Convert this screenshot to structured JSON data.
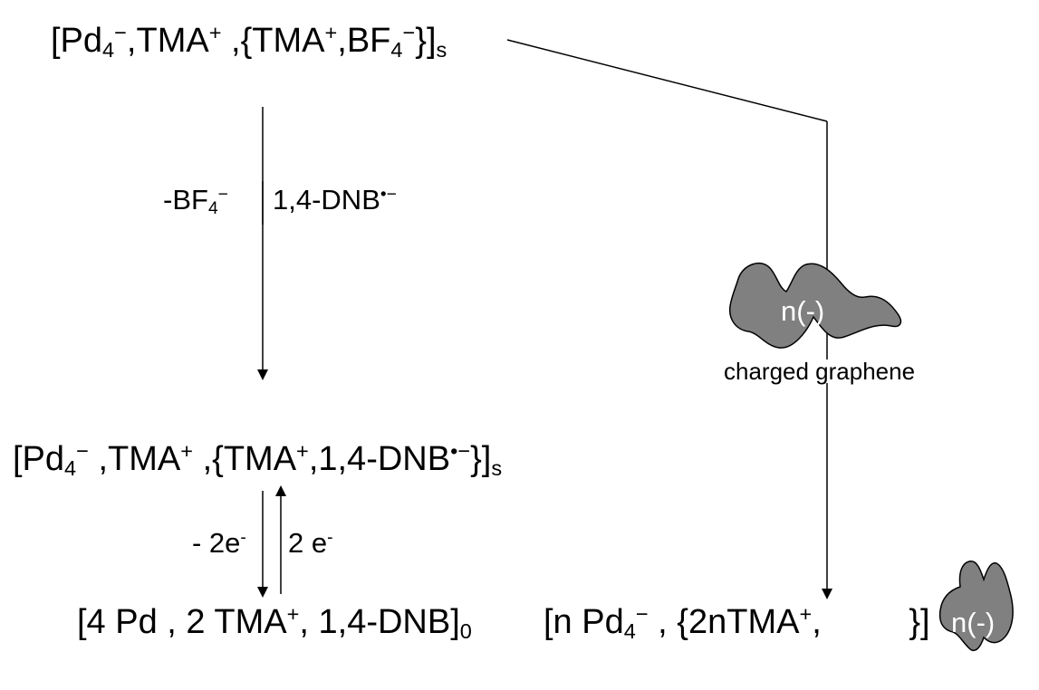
{
  "species": {
    "top": {
      "open": "[Pd",
      "sub1": "4",
      "sup1": "−",
      "part2": ",TMA",
      "sup2": "+",
      "part3": " ,{TMA",
      "sup3": "+",
      "part4": ",BF",
      "sub4": "4",
      "sup4": "−",
      "close": "}]",
      "subscript": "s"
    },
    "middle": {
      "open": "[Pd",
      "sub1": "4",
      "sup1": "−",
      "part2": " ,TMA",
      "sup2": "+",
      "part3": " ,{TMA",
      "sup3": "+",
      "part4": ",1,4-DNB",
      "sup4": "•−",
      "close": "}]",
      "subscript": "s"
    },
    "bottom_left": {
      "open": "[4 Pd , 2 TMA",
      "sup1": "+",
      "part2": ", 1,4-DNB]",
      "subscript": "0"
    },
    "bottom_right": {
      "open": "[n Pd",
      "sub1": "4",
      "sup1": "−",
      "part2": " , {2nTMA",
      "sup2": "+",
      "part3": ",",
      "close": " }]"
    }
  },
  "arrow_labels": {
    "minus_bf4": {
      "text": "-BF",
      "sub": "4",
      "sup": "−"
    },
    "dnb_radical": {
      "text": "1,4-DNB",
      "sup": "•−"
    },
    "minus_2e": {
      "text": "- 2e",
      "sup": "-"
    },
    "plus_2e": {
      "text": "2 e",
      "sup": "-"
    }
  },
  "graphene": {
    "charge_label": "n(-)",
    "caption": "charged graphene"
  },
  "colors": {
    "graphene_fill": "#808080",
    "graphene_stroke": "#000000",
    "text": "#000000"
  }
}
